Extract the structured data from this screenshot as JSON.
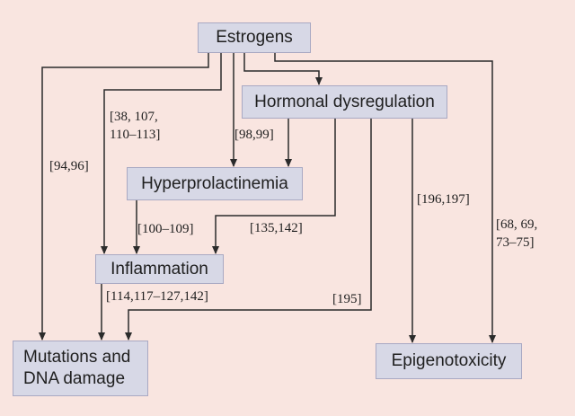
{
  "nodes": {
    "estrogens": "Estrogens",
    "hormonal_dysregulation": "Hormonal dysregulation",
    "hyperprolactinemia": "Hyperprolactinemia",
    "inflammation": "Inflammation",
    "mutations_line1": "Mutations and",
    "mutations_line2": "DNA damage",
    "epigenotoxicity": "Epigenotoxicity"
  },
  "references": {
    "estrogens_to_mutations": "[94,96]",
    "estrogens_to_inflammation_line1": "[38, 107,",
    "estrogens_to_inflammation_line2": "110–113]",
    "estrogens_to_hyperprolactinemia": "[98,99]",
    "hyperprolactinemia_to_inflammation": "[100–109]",
    "hormonal_to_inflammation": "[135,142]",
    "hormonal_to_epigenotoxicity": "[196,197]",
    "estrogens_to_epigenotoxicity_line1": "[68, 69,",
    "estrogens_to_epigenotoxicity_line2": "73–75]",
    "inflammation_to_mutations": "[114,117–127,142]",
    "hormonal_to_mutations": "[195]"
  },
  "colors": {
    "background": "#f9e5e0",
    "node_fill": "#d7d8e6",
    "node_border": "#a9a9c3",
    "arrow": "#2b2b2b"
  }
}
